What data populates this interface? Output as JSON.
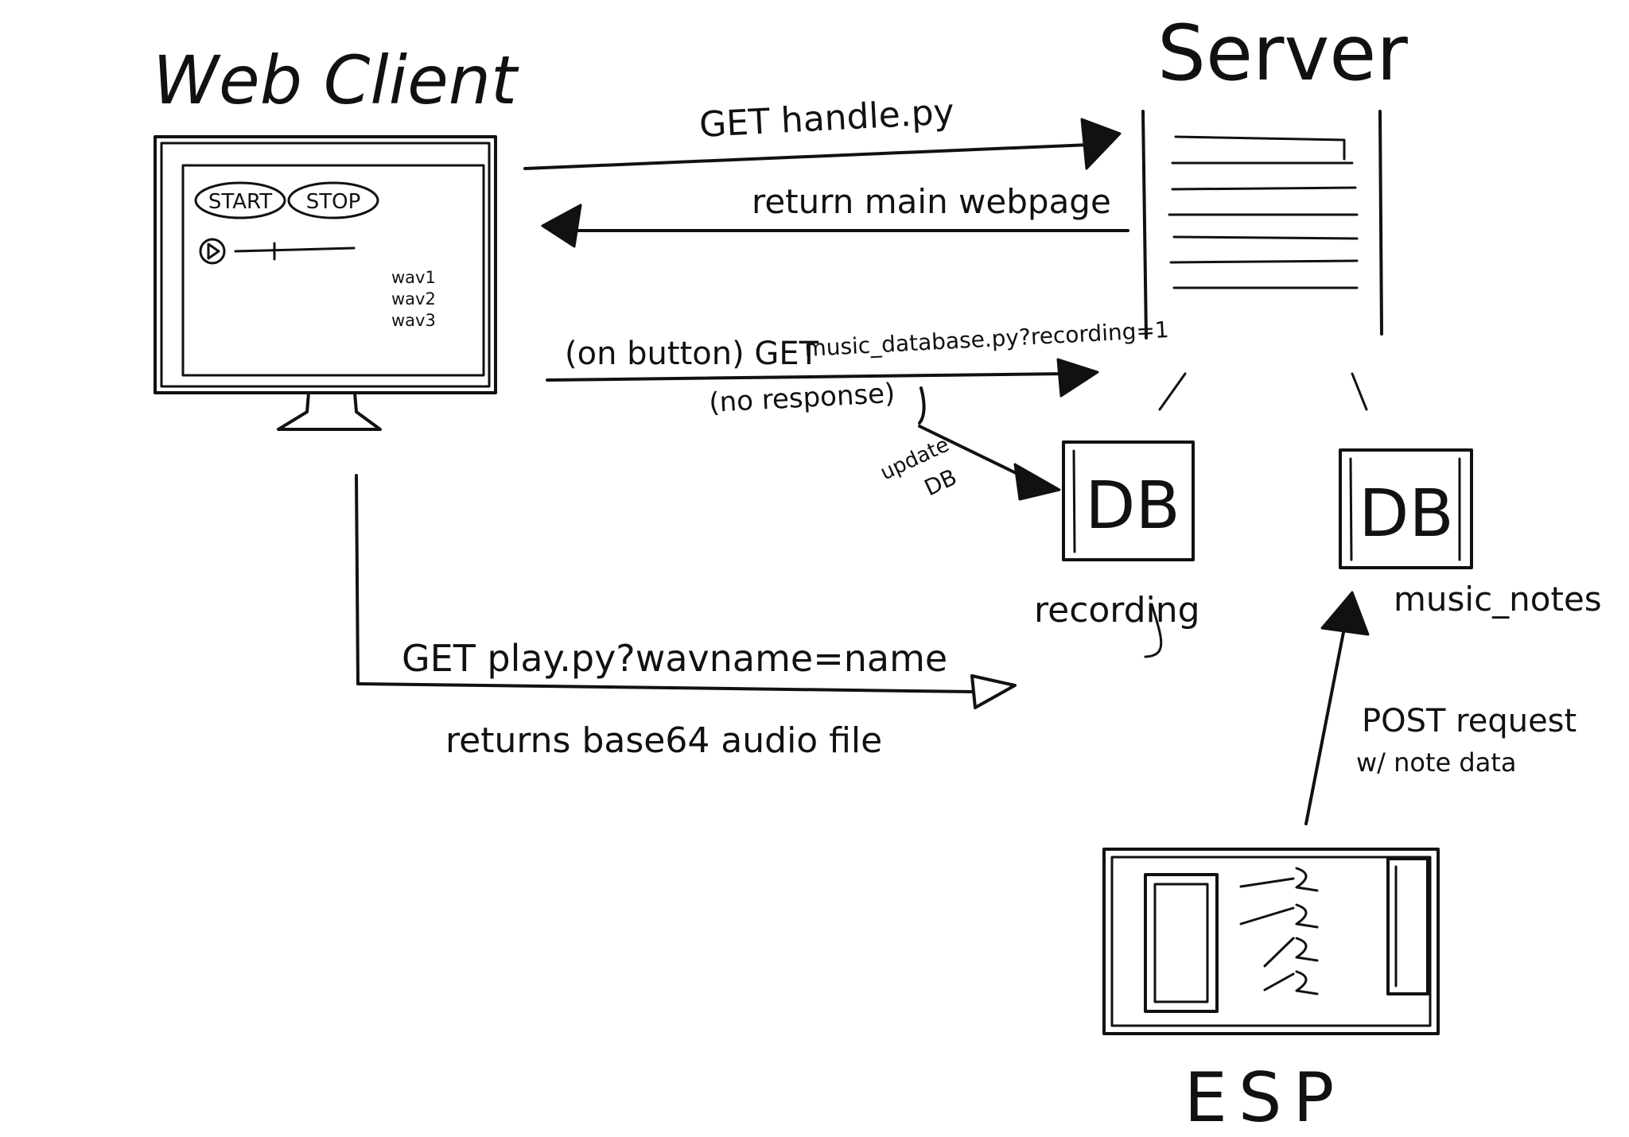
{
  "nodes": {
    "web_client": {
      "title": "Web Client",
      "start_button": "START",
      "stop_button": "STOP",
      "wav_items": [
        "wav1",
        "wav2",
        "wav3"
      ]
    },
    "server": {
      "title": "Server"
    },
    "db_recording": {
      "label": "DB",
      "caption": "recording"
    },
    "db_music_notes": {
      "label": "DB",
      "caption": "music_notes"
    },
    "esp": {
      "title": "ESP"
    }
  },
  "edges": {
    "get_handle": "GET handle.py",
    "return_main": "return main webpage",
    "on_button_prefix": "(on button) GET",
    "on_button_path": "music_database.py?recording=1",
    "no_response": "(no response)",
    "update_db": [
      "update",
      "DB"
    ],
    "get_play": "GET play.py?wavname=name",
    "returns_audio": "returns base64 audio file",
    "post_request": "POST request",
    "note_data": "w/ note data"
  }
}
